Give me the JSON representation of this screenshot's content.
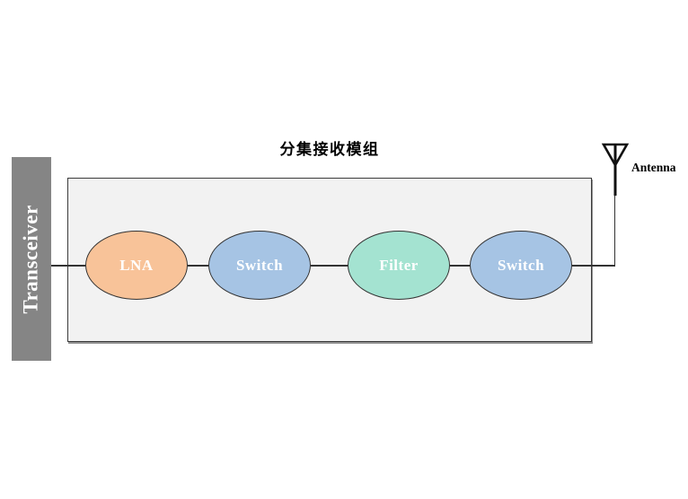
{
  "diagram_title": "分集接收模组",
  "transceiver": {
    "label": "Transceiver",
    "color": "#858585"
  },
  "module_box": {
    "fill": "#F2F2F2"
  },
  "nodes": [
    {
      "id": "lna",
      "label": "LNA",
      "color": "#F8C399"
    },
    {
      "id": "switch-1",
      "label": "Switch",
      "color": "#A6C4E4"
    },
    {
      "id": "filter",
      "label": "Filter",
      "color": "#A4E3D1"
    },
    {
      "id": "switch-2",
      "label": "Switch",
      "color": "#A6C4E4"
    }
  ],
  "antenna": {
    "label": "Antenna"
  },
  "colors": {
    "line": "#333333",
    "node_label_text": "#FFFFFF",
    "title_text": "#000000"
  }
}
